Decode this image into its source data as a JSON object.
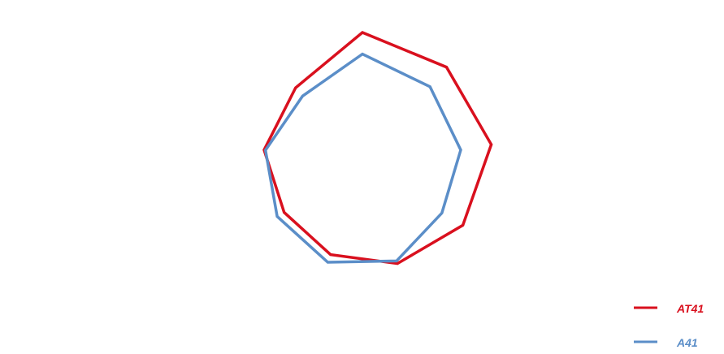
{
  "chart_data": {
    "type": "radar",
    "axes_count": 9,
    "grid": false,
    "axis_labels_shown": false,
    "legend_position": "bottom-right",
    "series": [
      {
        "name": "AT41",
        "color": "#d9101e",
        "values": [
          1.0,
          0.97,
          0.97,
          0.86,
          0.76,
          0.69,
          0.67,
          0.74,
          0.77
        ]
      },
      {
        "name": "A41",
        "color": "#5b8ec8",
        "values": [
          0.84,
          0.78,
          0.74,
          0.68,
          0.74,
          0.75,
          0.73,
          0.73,
          0.69
        ]
      }
    ]
  }
}
